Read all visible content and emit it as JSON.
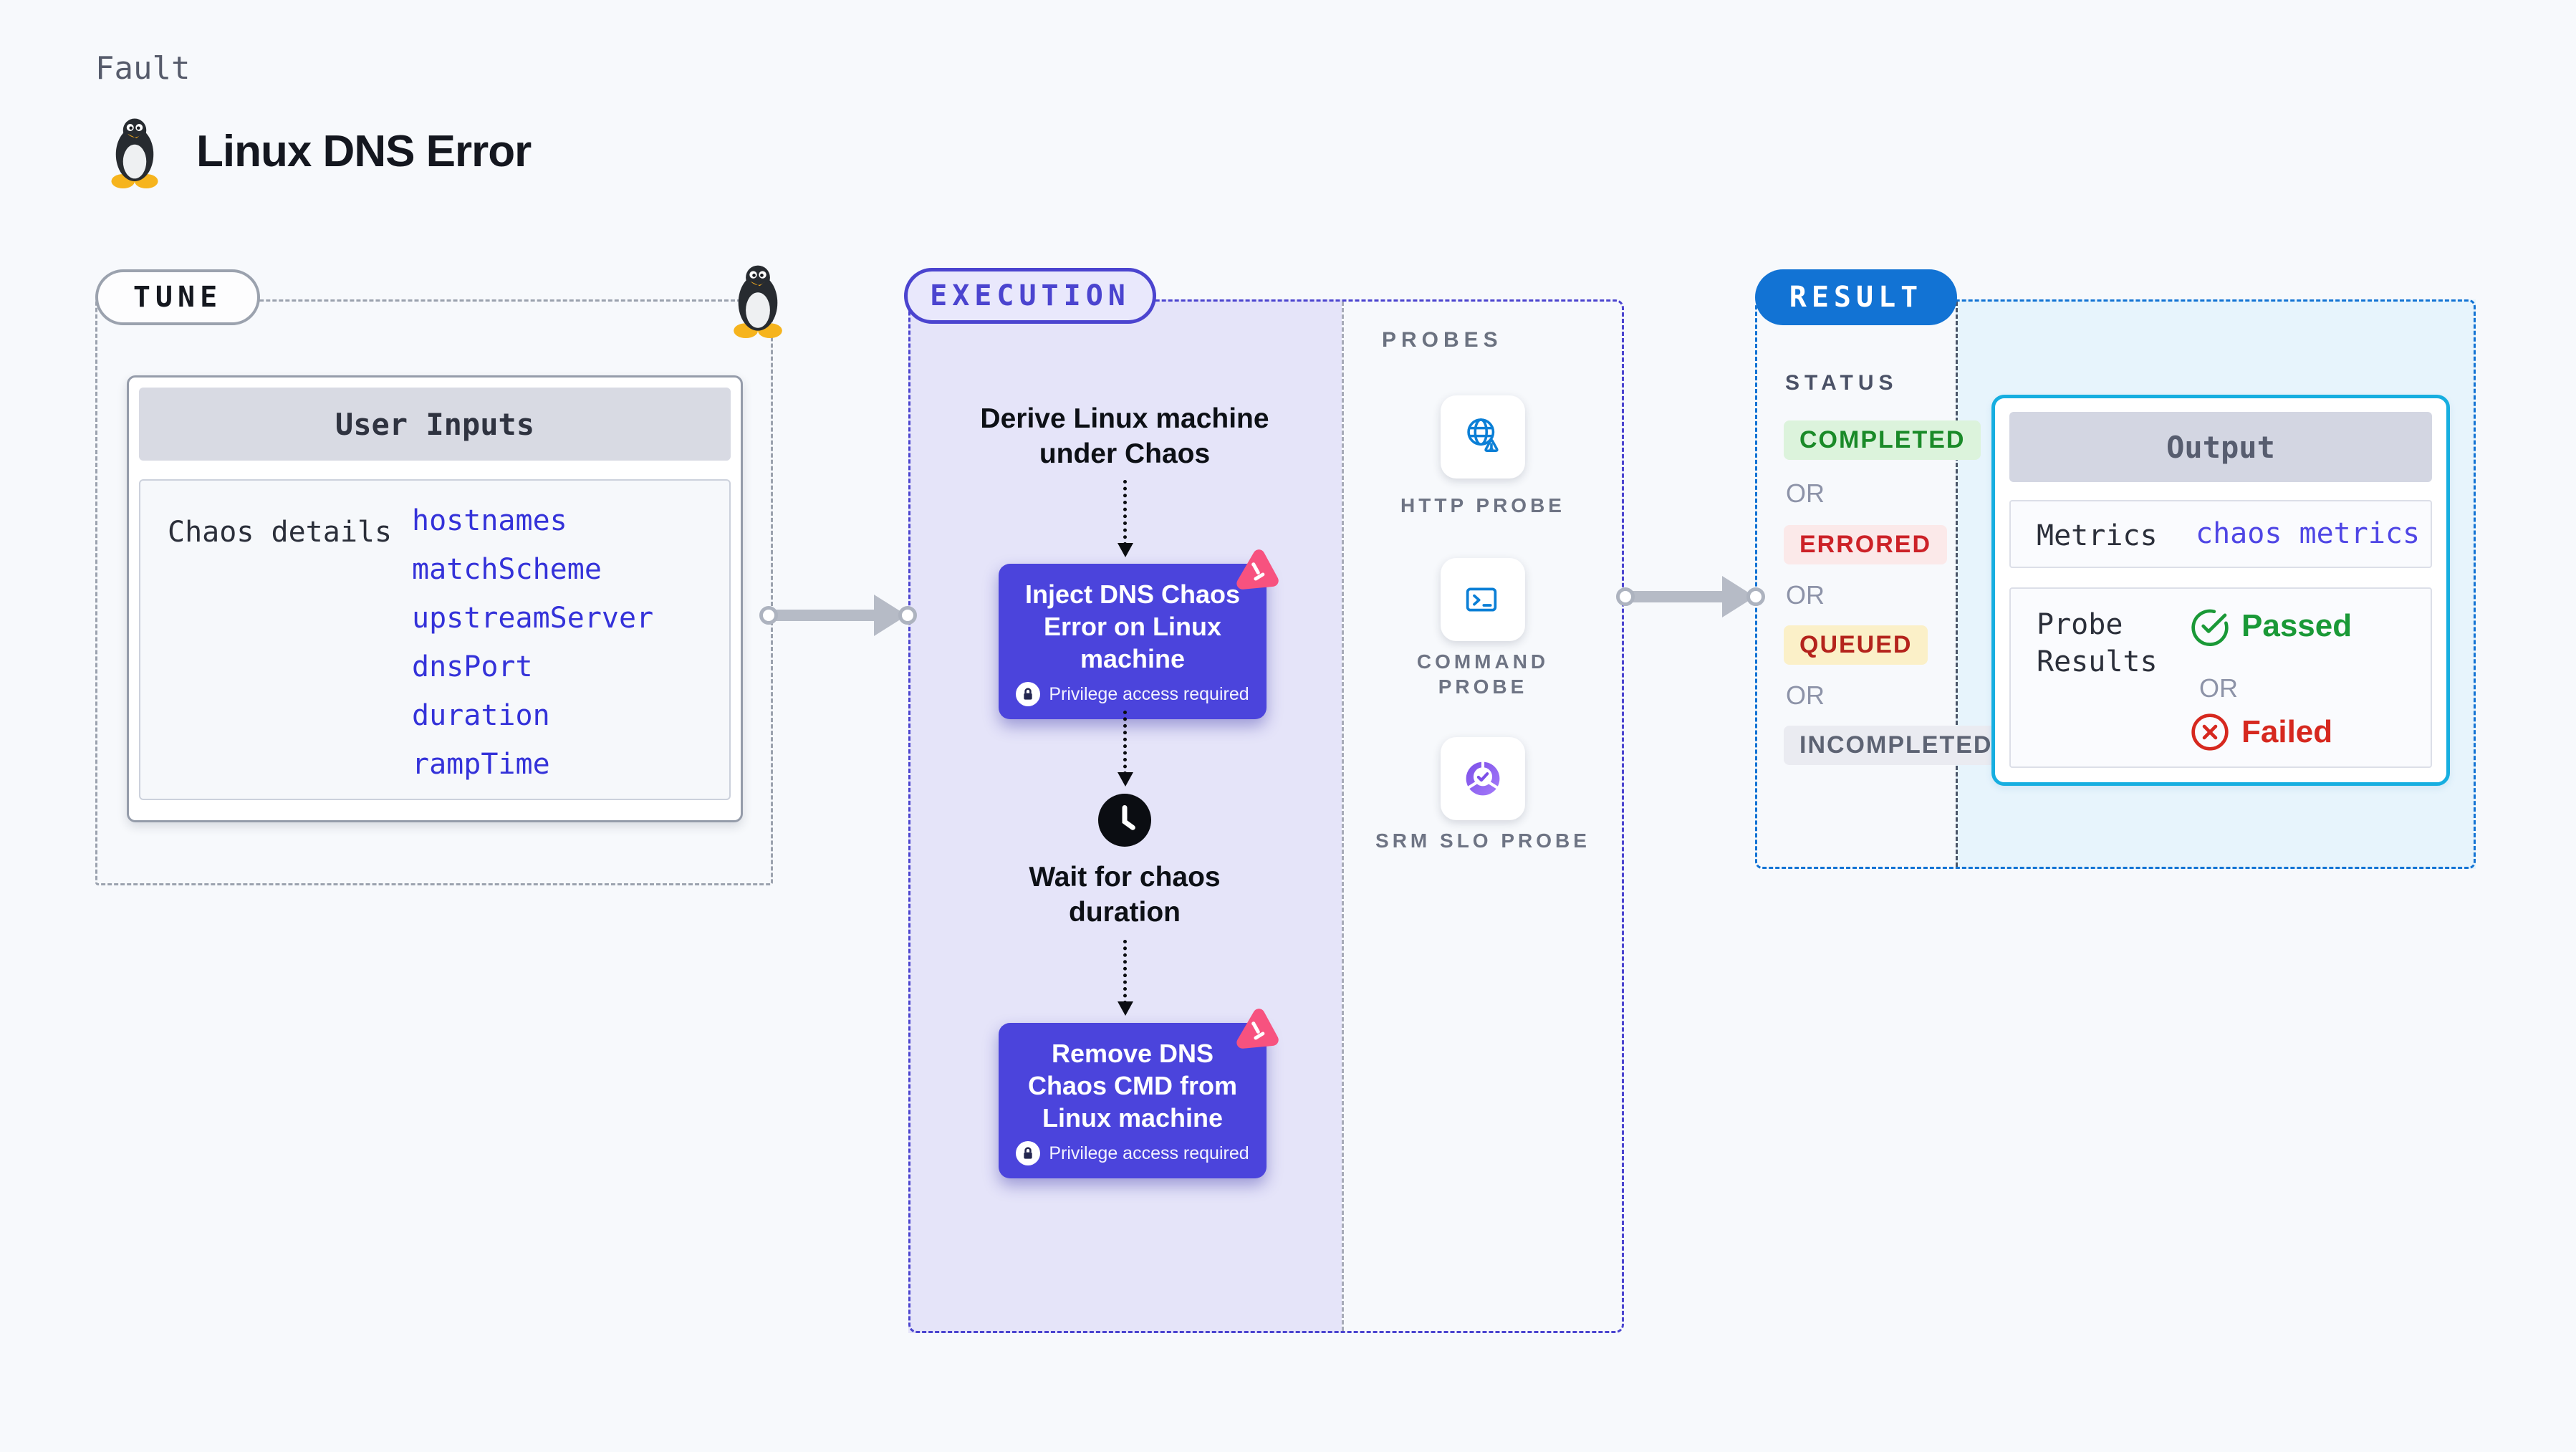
{
  "colors": {
    "page_bg": "#f7f9fc",
    "indigo_accent": "#4b44cf",
    "chaos_card": "#4b44dc",
    "lavender_fill": "#e5e4f9",
    "result_blue": "#1273d4",
    "result_fill": "#e7f4fc",
    "output_border": "#16aee0",
    "input_link_blue": "#3432d9",
    "pink_logo": "#f7527f",
    "passed_green": "#1a9937",
    "failed_red": "#d6281f",
    "arrow_gray": "#b6bbc6"
  },
  "header": {
    "eyebrow": "Fault",
    "title": "Linux DNS Error"
  },
  "tune": {
    "badge": "TUNE",
    "panel_title": "User Inputs",
    "row_label": "Chaos details",
    "inputs": [
      "hostnames",
      "matchScheme",
      "upstreamServer",
      "dnsPort",
      "duration",
      "rampTime"
    ]
  },
  "execution": {
    "badge": "EXECUTION",
    "derive_step": "Derive Linux machine under Chaos",
    "inject_card": {
      "title": "Inject DNS Chaos Error on Linux machine",
      "privilege": "Privilege access required"
    },
    "wait_step": "Wait for chaos duration",
    "remove_card": {
      "title": "Remove DNS Chaos CMD from Linux machine",
      "privilege": "Privilege access required"
    }
  },
  "probes": {
    "label": "PROBES",
    "items": [
      {
        "name": "HTTP PROBE"
      },
      {
        "name": "COMMAND PROBE"
      },
      {
        "name": "SRM SLO PROBE"
      }
    ]
  },
  "result": {
    "badge": "RESULT",
    "status_label": "STATUS",
    "or": "OR",
    "statuses": [
      {
        "label": "COMPLETED",
        "fg": "#1a8a28",
        "bg": "#dcf3dc"
      },
      {
        "label": "ERRORED",
        "fg": "#cc2127",
        "bg": "#fbe9e9"
      },
      {
        "label": "QUEUED",
        "fg": "#b4231c",
        "bg": "#fbf0c8"
      },
      {
        "label": "INCOMPLETED",
        "fg": "#5d6373",
        "bg": "#eaebf1"
      }
    ],
    "output": {
      "title": "Output",
      "metrics_label": "Metrics",
      "metrics_value": "chaos metrics",
      "probe_label": "Probe Results",
      "passed": "Passed",
      "or": "OR",
      "failed": "Failed"
    }
  }
}
